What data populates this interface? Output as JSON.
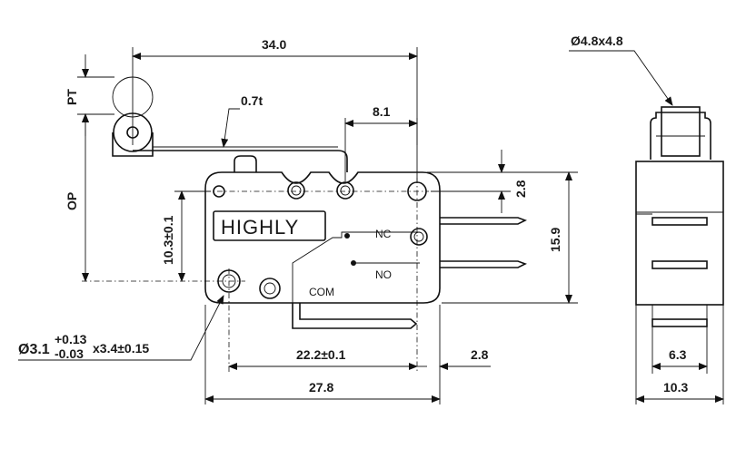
{
  "drawing": {
    "brand": "HIGHLY",
    "terminals": {
      "nc": "NC",
      "no": "NO",
      "com": "COM"
    },
    "dimensions": {
      "overall_width": "34.0",
      "lever_thickness": "0.7t",
      "pretravel": "PT",
      "operating_position": "OP",
      "terminal_offset": "8.1",
      "terminal_pitch": "2.8",
      "mount_hole_height": "10.3±0.1",
      "body_height": "15.9",
      "mount_hole_spacing": "22.2±0.1",
      "hole_to_edge": "2.8",
      "body_length": "27.8",
      "roller_size": "Ø4.8x4.8",
      "side_terminal_width": "6.3",
      "side_body_width": "10.3",
      "mount_hole_dia_main": "Ø3.1",
      "mount_hole_tol_upper": "+0.13",
      "mount_hole_tol_lower": "-0.03",
      "mount_hole_depth": "x3.4±0.15"
    }
  }
}
